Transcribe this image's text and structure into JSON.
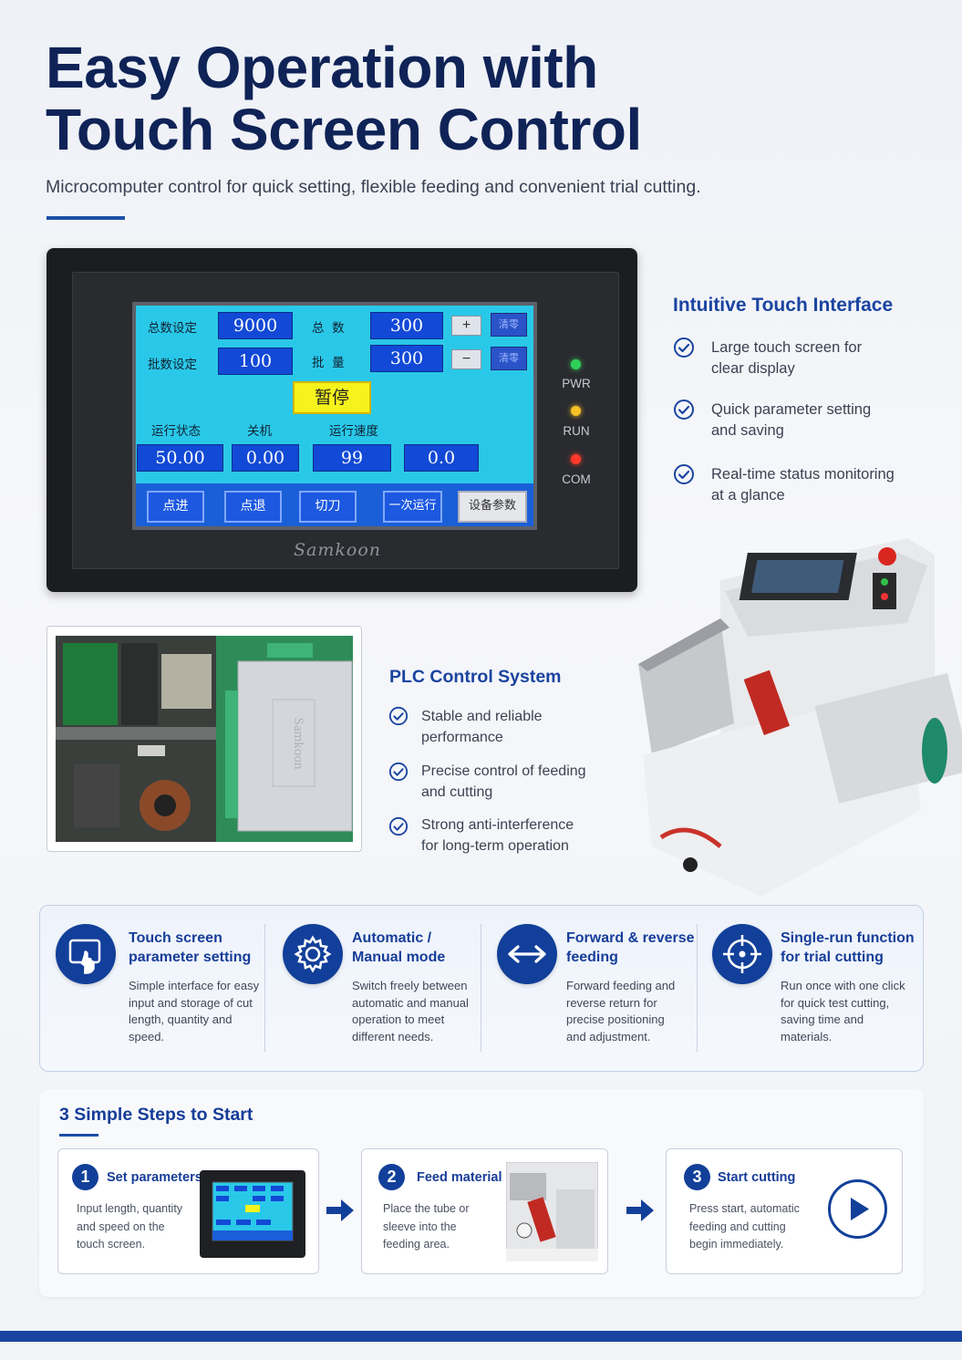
{
  "header": {
    "title_line1": "Easy Operation with",
    "title_line2": "Touch Screen Control",
    "subtitle": "Microcomputer control for quick setting, flexible feeding and convenient trial cutting."
  },
  "hmi": {
    "row1": {
      "label1": "总数设定",
      "val1": "9000",
      "label2": "总  数",
      "val2": "300",
      "plus": "+",
      "clear": "清零"
    },
    "row2": {
      "label1": "批数设定",
      "val1": "100",
      "label2": "批  量",
      "val2": "300",
      "minus": "−",
      "clear": "清零"
    },
    "pause": "暂停",
    "status_labels": {
      "run_state": "运行状态",
      "shutdown": "关机",
      "run_speed": "运行速度"
    },
    "status_values": [
      "50.00",
      "0.00",
      "99",
      "0.0"
    ],
    "buttons": [
      "点进",
      "点退",
      "切刀",
      "一次运行",
      "设备参数"
    ],
    "leds": [
      {
        "label": "PWR",
        "color": "#2fd05a"
      },
      {
        "label": "RUN",
        "color": "#f6c026"
      },
      {
        "label": "COM",
        "color": "#ff3a2c"
      }
    ],
    "brand": "Samkoon"
  },
  "touch_interface": {
    "title": "Intuitive Touch Interface",
    "items": [
      {
        "line1": "Large touch screen for",
        "line2": "clear display"
      },
      {
        "line1": "Quick parameter setting",
        "line2": "and saving"
      },
      {
        "line1": "Real-time status monitoring",
        "line2": "at a glance"
      }
    ]
  },
  "plc": {
    "title": "PLC Control System",
    "items": [
      {
        "line1": "Stable and reliable",
        "line2": "performance"
      },
      {
        "line1": "Precise control of feeding",
        "line2": "and cutting"
      },
      {
        "line1": "Strong anti-interference",
        "line2": "for long-term operation"
      }
    ],
    "module_brand": "Samkoon"
  },
  "features": [
    {
      "icon": "touch-screen-icon",
      "title1": "Touch screen",
      "title2": "parameter setting",
      "text": [
        "Simple interface for easy",
        "input and storage of cut",
        "length, quantity and",
        "speed."
      ]
    },
    {
      "icon": "gear-icon",
      "title1": "Automatic /",
      "title2": "Manual mode",
      "text": [
        "Switch freely between",
        "automatic and manual",
        "operation to meet",
        "different needs."
      ]
    },
    {
      "icon": "double-arrow-icon",
      "title1": "Forward & reverse",
      "title2": "feeding",
      "text": [
        "Forward feeding and",
        "reverse return for",
        "precise positioning",
        "and adjustment."
      ]
    },
    {
      "icon": "crosshair-icon",
      "title1": "Single-run function",
      "title2": "for trial cutting",
      "text": [
        "Run once with one click",
        "for quick test cutting,",
        "saving time and",
        "materials."
      ]
    }
  ],
  "steps": {
    "title": "3 Simple Steps to Start",
    "items": [
      {
        "num": "1",
        "title": "Set parameters",
        "text": [
          "Input length, quantity",
          "and speed on the",
          "touch screen."
        ]
      },
      {
        "num": "2",
        "title": "Feed material",
        "text": [
          "Place the tube or",
          "sleeve into the",
          "feeding area."
        ]
      },
      {
        "num": "3",
        "title": "Start cutting",
        "text": [
          "Press start, automatic",
          "feeding and cutting",
          "begin immediately."
        ]
      }
    ]
  },
  "colors": {
    "navy": "#0f2357",
    "accent": "#1a44a0",
    "hmi_screen": "#2ac8e8"
  }
}
